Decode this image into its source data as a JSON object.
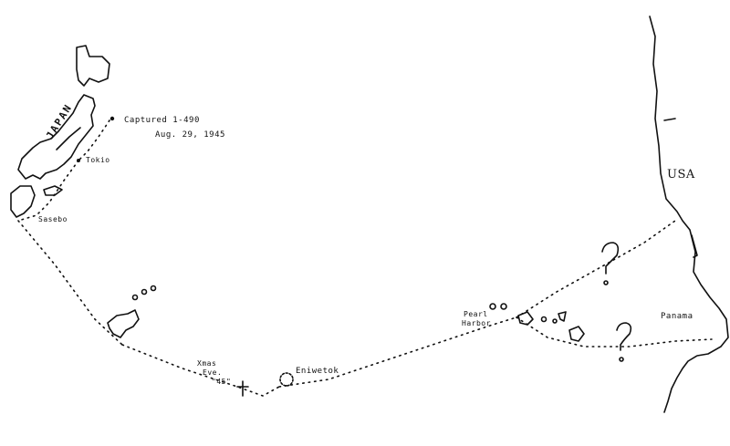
{
  "map": {
    "labels": {
      "japan": "JAPAN",
      "usa": "USA",
      "captured_line1": "Captured 1-490",
      "captured_line2": "Aug. 29, 1945",
      "tokio": "Tokio",
      "sasebo": "Sasebo",
      "pearl_line1": "Pearl",
      "pearl_line2": "Harbor",
      "panama": "Panama",
      "xmas_line1": "Xmas",
      "xmas_line2": "Eve.",
      "xmas_line3": "\"45\"",
      "eniwetok": "Eniwetok",
      "question_mark_1": "?",
      "question_mark_2": "?"
    },
    "colors": {
      "ink": "#111111",
      "paper": "#ffffff"
    }
  }
}
